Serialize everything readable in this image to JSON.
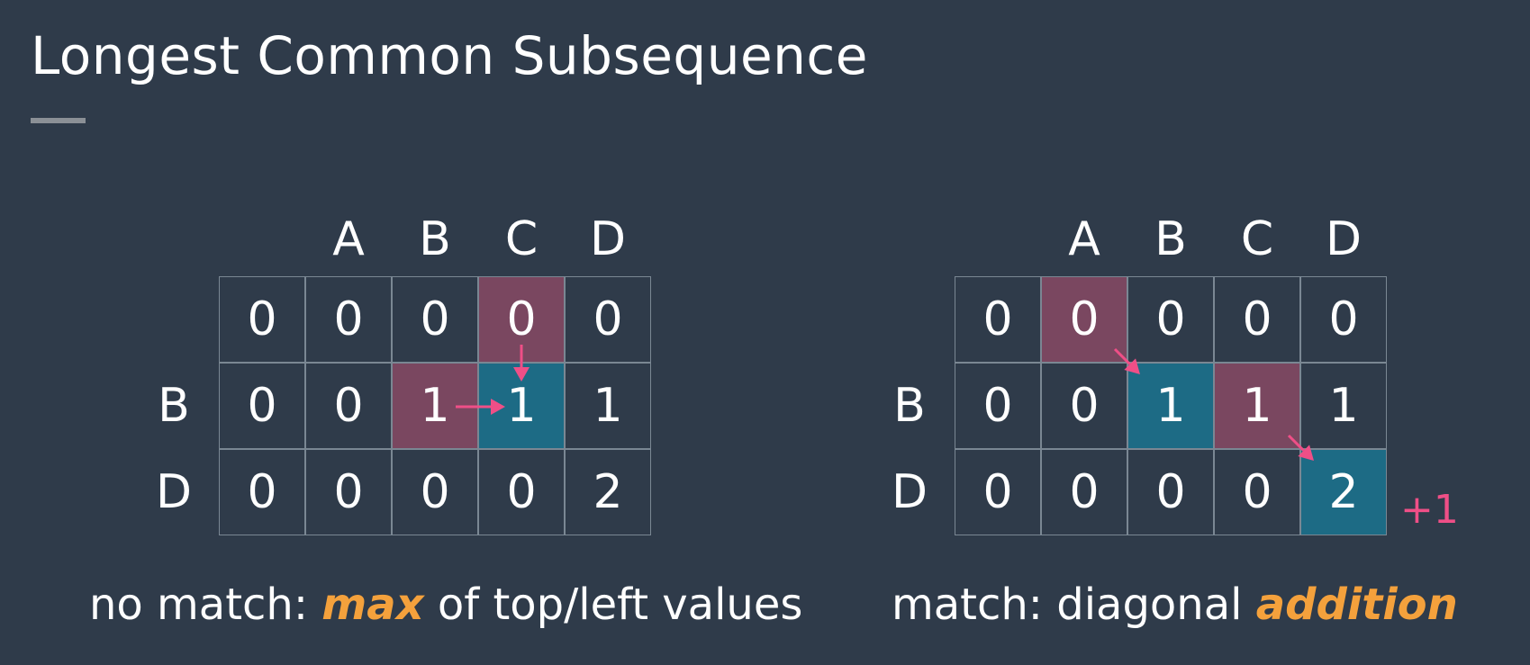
{
  "title": "Longest Common Subsequence",
  "colors": {
    "background": "#2f3b4a",
    "highlight_source": "#7a4760",
    "highlight_target": "#1d6b85",
    "arrow": "#ef4f87",
    "emphasis": "#f4a13c"
  },
  "left": {
    "col_headers": [
      "A",
      "B",
      "C",
      "D"
    ],
    "row_headers": [
      "",
      "B",
      "D"
    ],
    "grid": [
      [
        "0",
        "0",
        "0",
        "0",
        "0"
      ],
      [
        "0",
        "0",
        "1",
        "1",
        "1"
      ],
      [
        "0",
        "0",
        "0",
        "0",
        "2"
      ]
    ],
    "highlights": {
      "maroon": [
        [
          0,
          3
        ],
        [
          1,
          2
        ]
      ],
      "teal": [
        [
          1,
          3
        ]
      ]
    },
    "caption_prefix": "no match: ",
    "caption_emphasis": "max",
    "caption_suffix": " of top/left values"
  },
  "right": {
    "col_headers": [
      "A",
      "B",
      "C",
      "D"
    ],
    "row_headers": [
      "",
      "B",
      "D"
    ],
    "grid": [
      [
        "0",
        "0",
        "0",
        "0",
        "0"
      ],
      [
        "0",
        "0",
        "1",
        "1",
        "1"
      ],
      [
        "0",
        "0",
        "0",
        "0",
        "2"
      ]
    ],
    "highlights": {
      "maroon": [
        [
          0,
          1
        ],
        [
          1,
          3
        ]
      ],
      "teal": [
        [
          1,
          2
        ],
        [
          2,
          4
        ]
      ]
    },
    "annotation": "+1",
    "caption_prefix": "match: diagonal ",
    "caption_emphasis": "addition",
    "caption_suffix": ""
  }
}
